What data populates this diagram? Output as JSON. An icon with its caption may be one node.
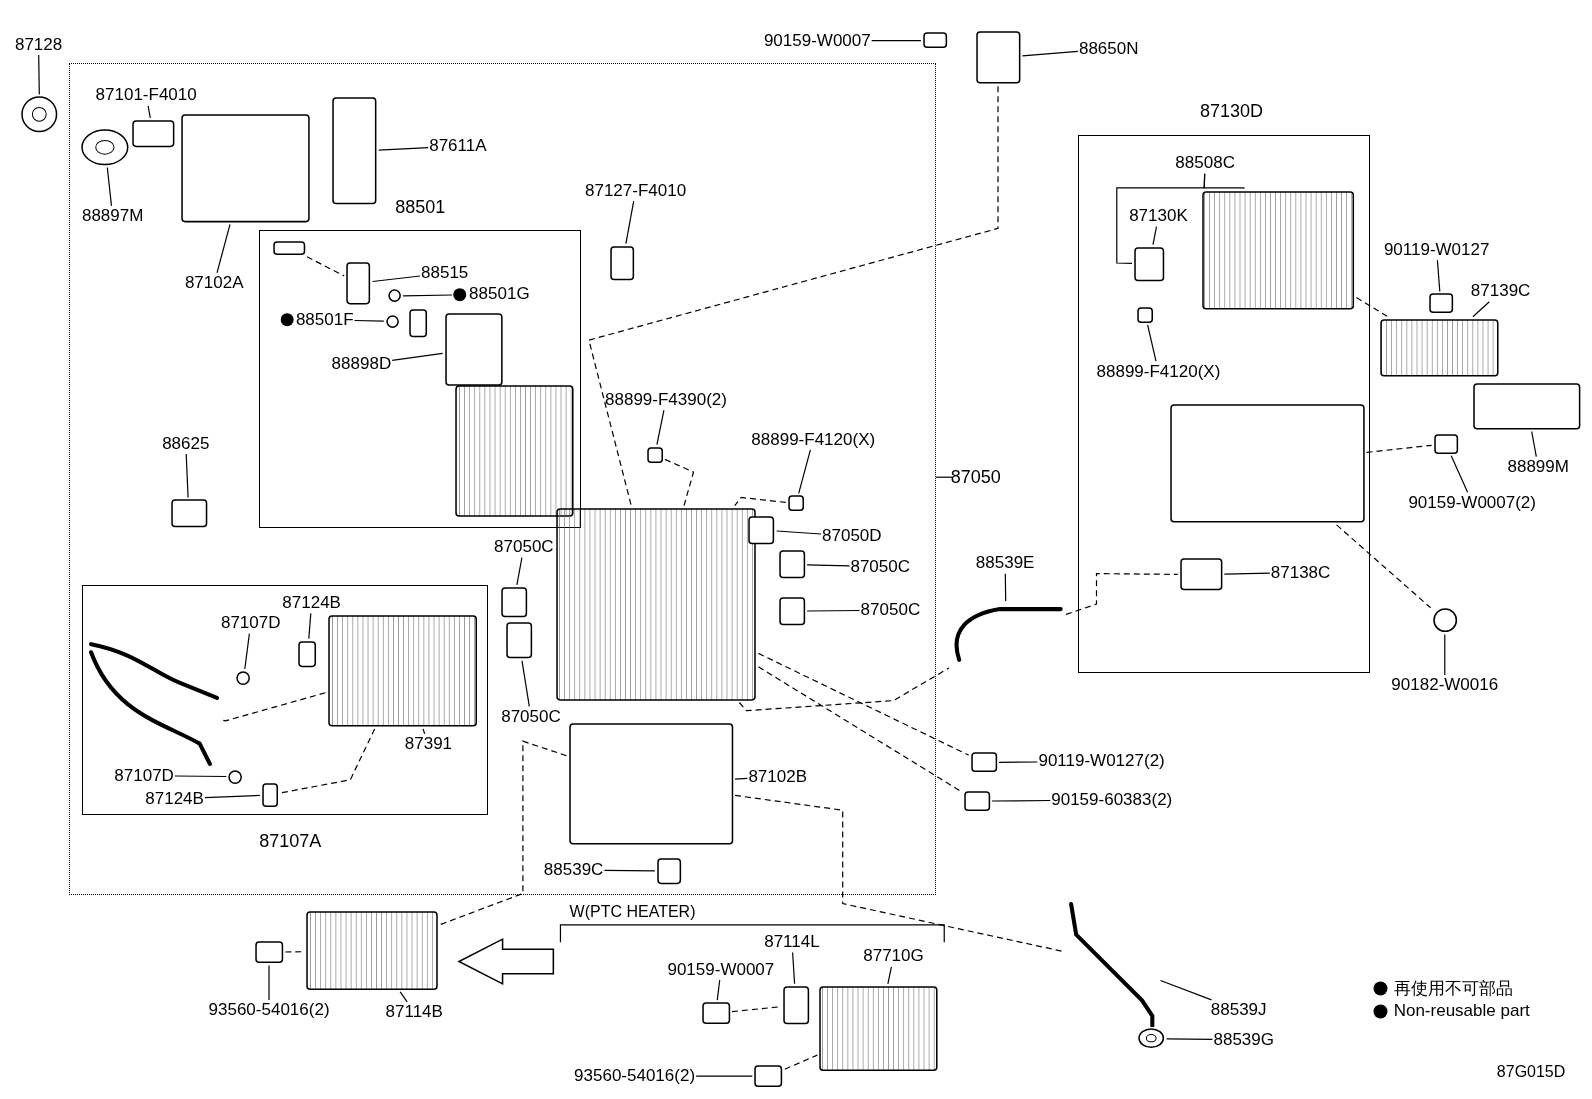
{
  "diagram": {
    "nodes": [
      {
        "text": [
          "87050"
        ]
      },
      {
        "text": [
          "87128"
        ]
      },
      {
        "text": [
          "87101-F4010"
        ],
        "in": 0
      },
      {
        "text": [
          "88897M"
        ],
        "in": 0
      },
      {
        "text": [
          "87611A"
        ],
        "in": 0
      },
      {
        "text": [
          "87102A"
        ],
        "in": 0
      },
      {
        "text": [
          "88501"
        ],
        "in": 0
      },
      {
        "text": [
          "88515"
        ],
        "in": 6
      },
      {
        "text": [
          "88501G"
        ],
        "in": 6
      },
      {
        "text": [
          "88501F"
        ],
        "in": 6
      },
      {
        "text": [
          "88898D"
        ],
        "in": 6
      },
      {
        "text": [
          "87127-F4010"
        ],
        "in": 0
      },
      {
        "text": [
          "88625"
        ],
        "in": 0
      },
      {
        "text": [
          "88899-F4390(2)"
        ],
        "in": 0
      },
      {
        "text": [
          "88899-F4120(X)"
        ],
        "in": 0
      },
      {
        "text": [
          "87050D"
        ],
        "in": 0
      },
      {
        "text": [
          "87050C"
        ],
        "in": 0
      },
      {
        "text": [
          "87050C"
        ],
        "in": 0
      },
      {
        "text": [
          "87050C"
        ],
        "in": 0
      },
      {
        "text": [
          "87050C"
        ],
        "in": 0
      },
      {
        "text": [
          "87107A"
        ],
        "in": 0
      },
      {
        "text": [
          "87124B"
        ],
        "in": 20
      },
      {
        "text": [
          "87107D"
        ],
        "in": 20
      },
      {
        "text": [
          "87391"
        ],
        "in": 20
      },
      {
        "text": [
          "87107D"
        ],
        "in": 20
      },
      {
        "text": [
          "87124B"
        ],
        "in": 20
      },
      {
        "text": [
          "87102B"
        ],
        "in": 0
      },
      {
        "text": [
          "88539C"
        ],
        "in": 0
      },
      {
        "text": [
          "90159-W0007"
        ]
      },
      {
        "text": [
          "88650N"
        ]
      },
      {
        "text": [
          "87130D"
        ]
      },
      {
        "text": [
          "88508C"
        ],
        "in": 30
      },
      {
        "text": [
          "87130K"
        ],
        "in": 30
      },
      {
        "text": [
          "88899-F4120(X)"
        ],
        "in": 30
      },
      {
        "text": [
          "87138C"
        ],
        "in": 30
      },
      {
        "text": [
          "90119-W0127"
        ]
      },
      {
        "text": [
          "87139C"
        ]
      },
      {
        "text": [
          "88899M"
        ]
      },
      {
        "text": [
          "90159-W0007(2)"
        ]
      },
      {
        "text": [
          "90182-W0016"
        ]
      },
      {
        "text": [
          "88539E"
        ]
      },
      {
        "text": [
          "90119-W0127(2)"
        ]
      },
      {
        "text": [
          "90159-60383(2)"
        ]
      },
      {
        "text": [
          "93560-54016(2)"
        ]
      },
      {
        "text": [
          "87114B"
        ]
      },
      {
        "text": [
          "90159-W0007"
        ]
      },
      {
        "text": [
          "87114L"
        ]
      },
      {
        "text": [
          "87710G"
        ]
      },
      {
        "text": [
          "93560-54016(2)"
        ]
      },
      {
        "text": [
          "88539J"
        ]
      },
      {
        "text": [
          "88539G"
        ]
      },
      {
        "text": [],
        "shape": "circle"
      },
      {
        "text": [],
        "shape": "circle",
        "in": 0
      },
      {
        "text": [],
        "shape": "box",
        "in": 0
      },
      {
        "text": [],
        "shape": "box",
        "in": 0
      },
      {
        "text": [],
        "shape": "box",
        "in": 0
      },
      {
        "text": [],
        "shape": "box",
        "in": 6
      },
      {
        "text": [],
        "shape": "box",
        "in": 6
      },
      {
        "text": [],
        "shape": "circle",
        "in": 6
      },
      {
        "text": [],
        "shape": "circle",
        "in": 6
      },
      {
        "text": [],
        "shape": "box",
        "in": 6
      },
      {
        "text": [],
        "shape": "box",
        "in": 6
      },
      {
        "text": [],
        "shape": "box",
        "in": 6
      },
      {
        "text": [],
        "shape": "box",
        "in": 0
      },
      {
        "text": [],
        "shape": "box",
        "in": 0
      },
      {
        "text": [],
        "shape": "box",
        "in": 0
      },
      {
        "text": [],
        "shape": "box",
        "in": 0
      },
      {
        "text": [],
        "shape": "box",
        "in": 0
      },
      {
        "text": [],
        "shape": "box",
        "in": 0
      },
      {
        "text": [],
        "shape": "box",
        "in": 0
      },
      {
        "text": [],
        "shape": "box",
        "in": 0
      },
      {
        "text": [],
        "shape": "box",
        "in": 0
      },
      {
        "text": [],
        "shape": "box",
        "in": 0
      },
      {
        "text": [],
        "shape": "picture",
        "in": 20
      },
      {
        "text": [],
        "shape": "circle",
        "in": 20
      },
      {
        "text": [],
        "shape": "circle",
        "in": 20
      },
      {
        "text": [],
        "shape": "box",
        "in": 20
      },
      {
        "text": [],
        "shape": "box",
        "in": 20
      },
      {
        "text": [],
        "shape": "box",
        "in": 20
      },
      {
        "text": [],
        "shape": "box",
        "in": 0
      },
      {
        "text": [],
        "shape": "box",
        "in": 0
      },
      {
        "text": [],
        "shape": "box"
      },
      {
        "text": [],
        "shape": "box"
      },
      {
        "text": [],
        "shape": "box"
      },
      {
        "text": [],
        "shape": "box"
      },
      {
        "text": [],
        "shape": "box",
        "in": 30
      },
      {
        "text": [],
        "shape": "box",
        "in": 30
      },
      {
        "text": [],
        "shape": "box",
        "in": 30
      },
      {
        "text": [],
        "shape": "box",
        "in": 30
      },
      {
        "text": [],
        "shape": "box",
        "in": 30
      },
      {
        "text": [],
        "shape": "box"
      },
      {
        "text": [],
        "shape": "box"
      },
      {
        "text": [],
        "shape": "box"
      },
      {
        "text": [],
        "shape": "box"
      },
      {
        "text": [],
        "shape": "circle"
      },
      {
        "text": [],
        "shape": "box"
      },
      {
        "text": [],
        "shape": "box"
      },
      {
        "text": [],
        "shape": "box"
      },
      {
        "text": [],
        "shape": "box"
      },
      {
        "text": [],
        "shape": "box"
      },
      {
        "text": [],
        "shape": "box"
      },
      {
        "text": [],
        "shape": "picture"
      },
      {
        "text": [],
        "shape": "picture"
      },
      {
        "text": [],
        "shape": "circle"
      }
    ],
    "edges": [
      {
        "from": 1,
        "to": 51,
        "arrow": "none"
      },
      {
        "from": 2,
        "to": 53,
        "arrow": "none"
      },
      {
        "from": 3,
        "to": 52,
        "arrow": "none"
      },
      {
        "from": 4,
        "to": 55,
        "arrow": "none"
      },
      {
        "from": 5,
        "to": 54,
        "arrow": "none"
      },
      {
        "from": 7,
        "to": 57,
        "arrow": "none"
      },
      {
        "from": 8,
        "to": 58,
        "arrow": "none"
      },
      {
        "from": 9,
        "to": 59,
        "arrow": "none"
      },
      {
        "from": 10,
        "to": 61,
        "arrow": "none"
      },
      {
        "from": 11,
        "to": 63,
        "arrow": "none"
      },
      {
        "from": 12,
        "to": 64,
        "arrow": "none"
      },
      {
        "from": 13,
        "to": 65,
        "arrow": "none"
      },
      {
        "from": 14,
        "to": 66,
        "arrow": "none"
      },
      {
        "from": 15,
        "to": 68,
        "arrow": "none"
      },
      {
        "from": 16,
        "to": 69,
        "arrow": "none"
      },
      {
        "from": 17,
        "to": 70,
        "arrow": "none"
      },
      {
        "from": 18,
        "to": 71,
        "arrow": "none"
      },
      {
        "from": 19,
        "to": 72,
        "arrow": "none"
      },
      {
        "from": 21,
        "to": 76,
        "arrow": "none"
      },
      {
        "from": 22,
        "to": 74,
        "arrow": "none"
      },
      {
        "from": 23,
        "to": 78,
        "arrow": "none"
      },
      {
        "from": 24,
        "to": 75,
        "arrow": "none"
      },
      {
        "from": 25,
        "to": 77,
        "arrow": "none"
      },
      {
        "from": 26,
        "to": 79,
        "arrow": "none"
      },
      {
        "from": 27,
        "to": 80,
        "arrow": "none"
      },
      {
        "from": 28,
        "to": 82,
        "arrow": "none"
      },
      {
        "from": 29,
        "to": 81,
        "arrow": "none"
      },
      {
        "from": 31,
        "to": 85,
        "arrow": "none"
      },
      {
        "from": 31,
        "to": 86,
        "arrow": "none"
      },
      {
        "from": 32,
        "to": 86,
        "arrow": "none"
      },
      {
        "from": 33,
        "to": 87,
        "arrow": "none"
      },
      {
        "from": 34,
        "to": 89,
        "arrow": "none"
      },
      {
        "from": 35,
        "to": 90,
        "arrow": "none"
      },
      {
        "from": 36,
        "to": 91,
        "arrow": "none"
      },
      {
        "from": 37,
        "to": 92,
        "arrow": "none"
      },
      {
        "from": 38,
        "to": 93,
        "arrow": "none"
      },
      {
        "from": 39,
        "to": 94,
        "arrow": "none"
      },
      {
        "from": 40,
        "to": 101,
        "arrow": "none"
      },
      {
        "from": 41,
        "to": 83,
        "arrow": "none"
      },
      {
        "from": 42,
        "to": 84,
        "arrow": "none"
      },
      {
        "from": 43,
        "to": 95,
        "arrow": "none"
      },
      {
        "from": 44,
        "to": 96,
        "arrow": "none"
      },
      {
        "from": 45,
        "to": 97,
        "arrow": "none"
      },
      {
        "from": 46,
        "to": 98,
        "arrow": "none"
      },
      {
        "from": 47,
        "to": 99,
        "arrow": "none"
      },
      {
        "from": 48,
        "to": 100,
        "arrow": "none"
      },
      {
        "from": 49,
        "to": 102,
        "arrow": "none"
      },
      {
        "from": 50,
        "to": 103,
        "arrow": "none"
      },
      {
        "from": 56,
        "to": 57,
        "arrow": "none",
        "style": "dashed"
      },
      {
        "from": 81,
        "to": 67,
        "arrow": "none",
        "style": "dashed"
      },
      {
        "from": 65,
        "to": 67,
        "arrow": "none",
        "style": "dashed"
      },
      {
        "from": 66,
        "to": 67,
        "arrow": "none",
        "style": "dashed"
      },
      {
        "from": 67,
        "to": 83,
        "arrow": "none",
        "style": "dashed"
      },
      {
        "from": 67,
        "to": 84,
        "arrow": "none",
        "style": "dashed"
      },
      {
        "from": 73,
        "to": 78,
        "arrow": "none",
        "style": "dashed"
      },
      {
        "from": 78,
        "to": 77,
        "arrow": "none",
        "style": "dashed"
      },
      {
        "from": 79,
        "to": 96,
        "arrow": "none",
        "style": "dashed"
      },
      {
        "from": 67,
        "to": 101,
        "arrow": "none",
        "style": "dashed"
      },
      {
        "from": 79,
        "to": 102,
        "arrow": "none",
        "style": "dashed"
      },
      {
        "from": 101,
        "to": 89,
        "arrow": "none",
        "style": "dashed"
      },
      {
        "from": 85,
        "to": 91,
        "arrow": "none",
        "style": "dashed"
      },
      {
        "from": 88,
        "to": 93,
        "arrow": "none",
        "style": "dashed"
      },
      {
        "from": 88,
        "to": 94,
        "arrow": "none",
        "style": "dashed"
      },
      {
        "from": 95,
        "to": 96,
        "arrow": "none",
        "style": "dashed"
      },
      {
        "from": 97,
        "to": 98,
        "arrow": "none",
        "style": "dashed"
      },
      {
        "from": 100,
        "to": 99,
        "arrow": "none",
        "style": "dashed"
      }
    ],
    "labels": [
      "W(PTC HEATER)",
      "87G015D"
    ],
    "legend": [
      {
        "text": "再使用不可部品",
        "color": "#000000"
      },
      {
        "text": "Non-reusable part",
        "color": "#000000"
      }
    ]
  }
}
